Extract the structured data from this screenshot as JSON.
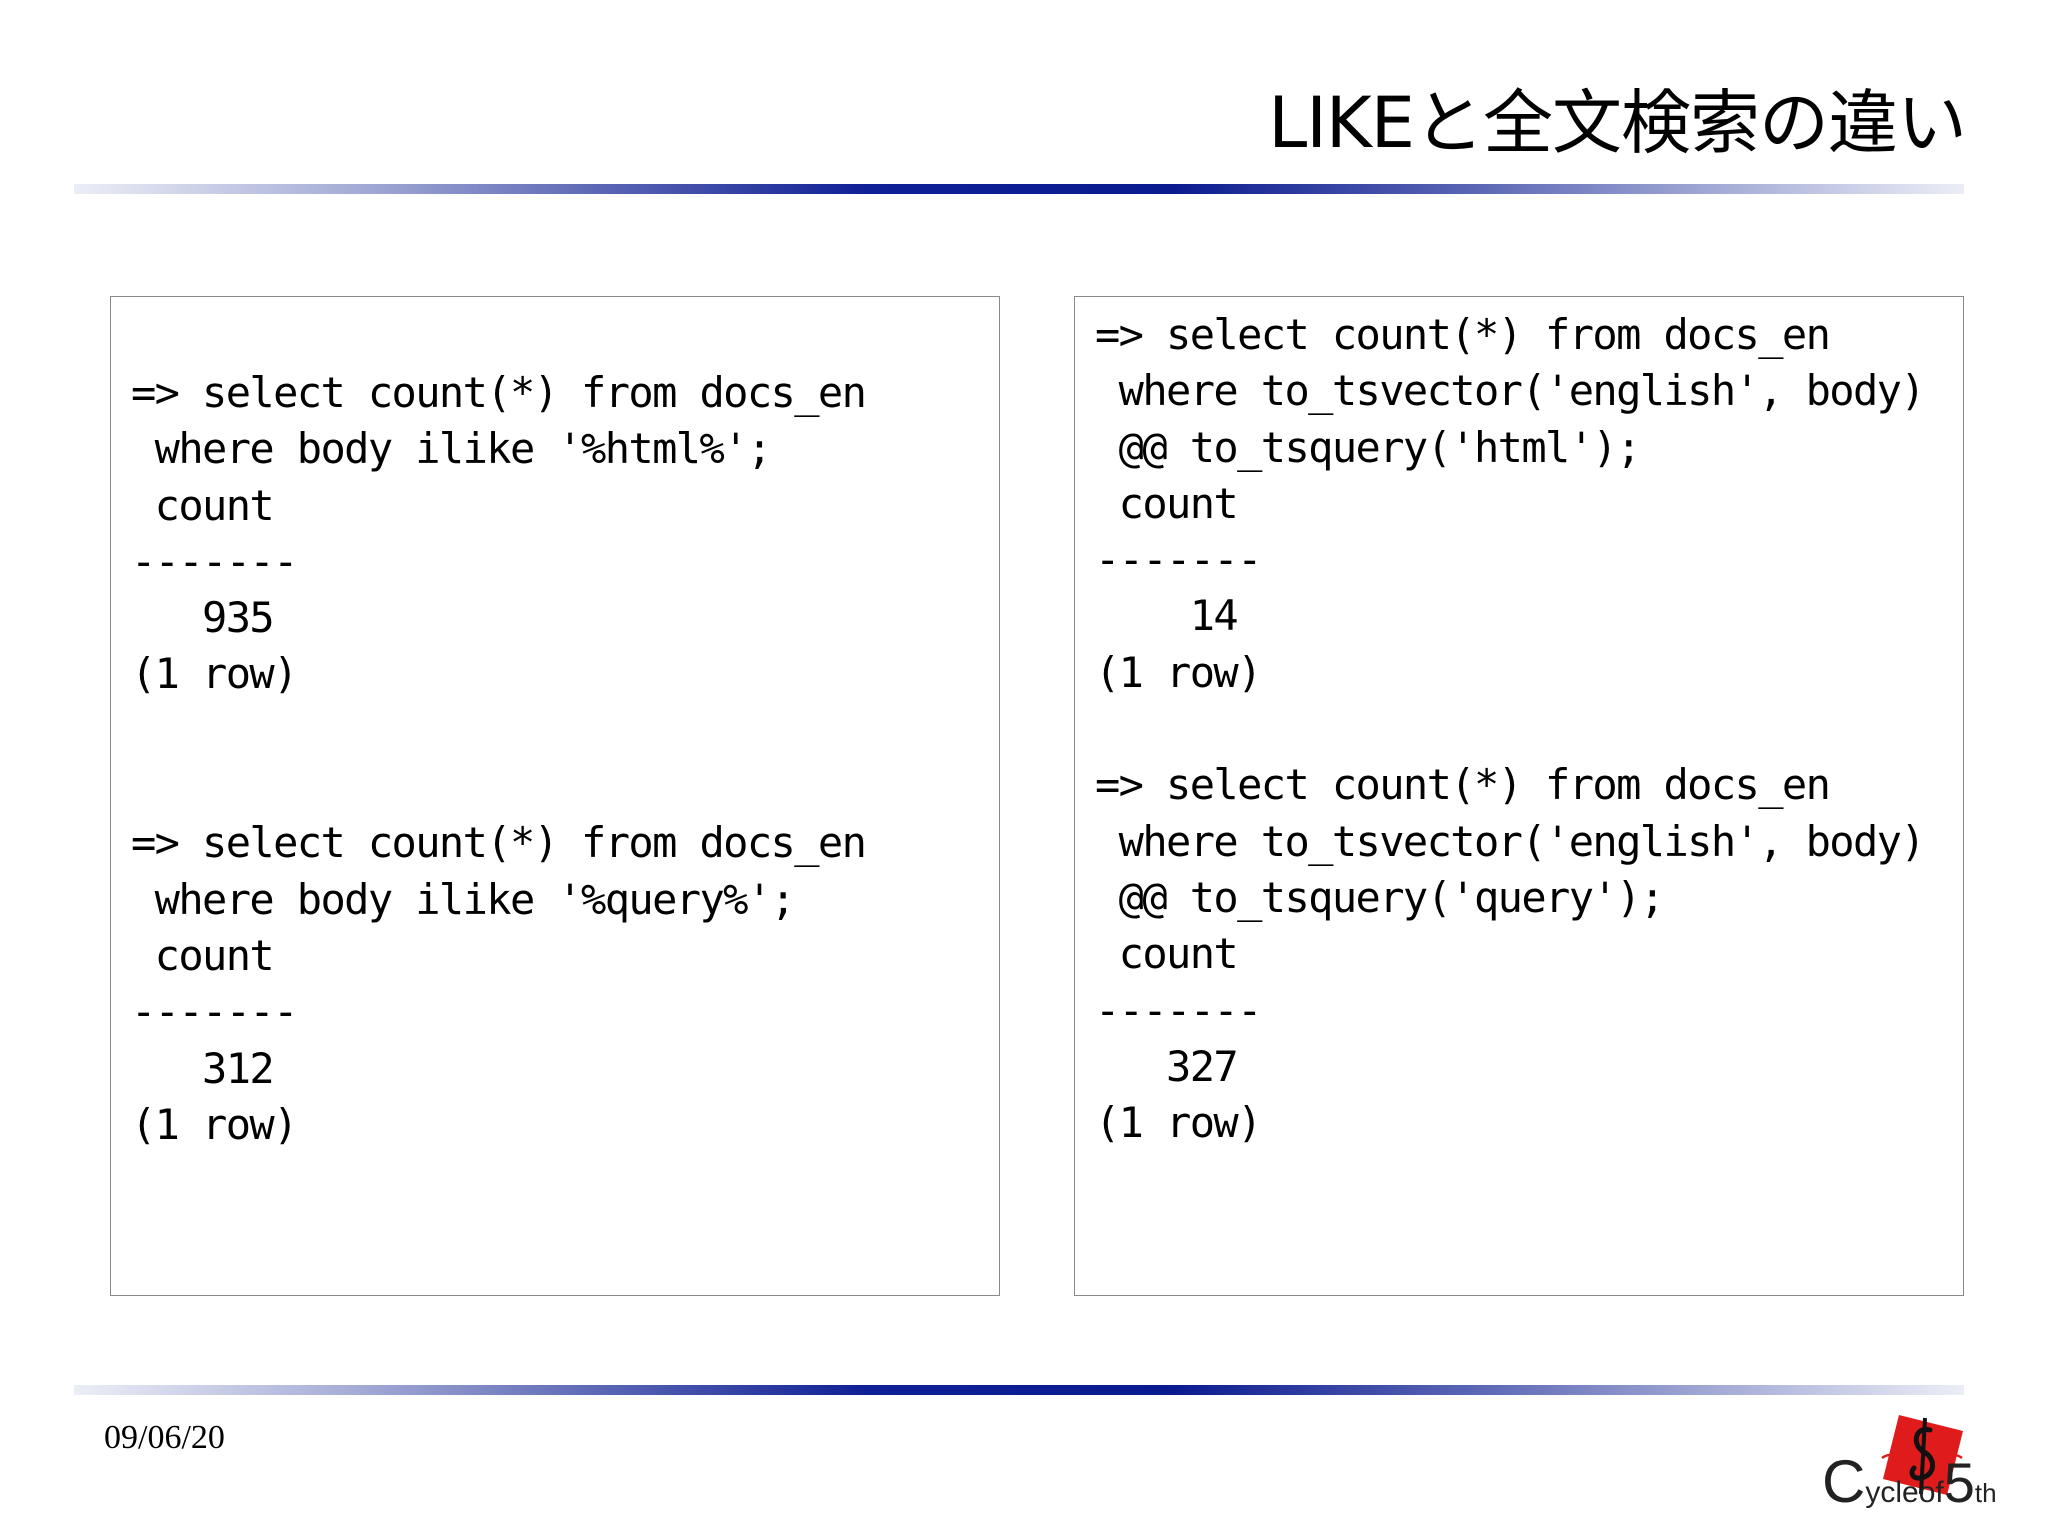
{
  "slide": {
    "title": "LIKEと全文検索の違い",
    "date": "09/06/20"
  },
  "left_box": {
    "code": "=> select count(*) from docs_en\n where body ilike '%html%';\n count\n-------\n   935\n(1 row)\n\n\n=> select count(*) from docs_en\n where body ilike '%query%';\n count\n-------\n   312\n(1 row)"
  },
  "right_box": {
    "code": "=> select count(*) from docs_en\n where to_tsvector('english', body)\n @@ to_tsquery('html');\n count\n-------\n    14\n(1 row)\n\n=> select count(*) from docs_en\n where to_tsvector('english', body)\n @@ to_tsquery('query');\n count\n-------\n   327\n(1 row)"
  },
  "logo": {
    "c": "C",
    "ycleof": "ycleof",
    "five": "5",
    "th": "th",
    "mark_color": "#e01b1b"
  },
  "colors": {
    "rule_dark": "#0a1a8f",
    "rule_light": "#eceef6"
  }
}
